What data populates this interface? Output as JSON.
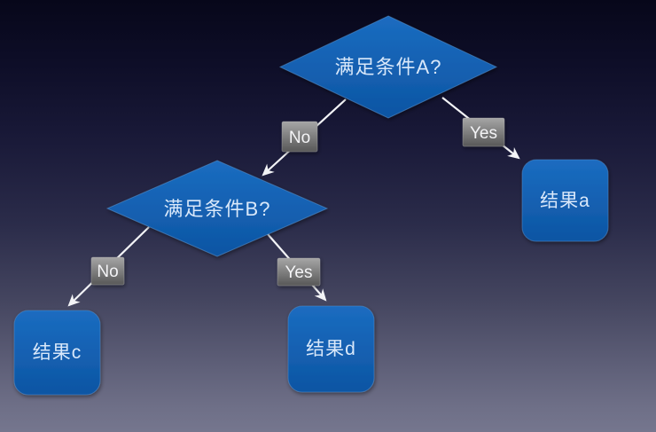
{
  "diagram": {
    "type": "flowchart-decision-tree",
    "background": {
      "top_color": "#07071a",
      "bottom_color": "#75768e"
    },
    "colors": {
      "node_blue_top": "#1b6cc0",
      "node_blue_bottom": "#0d55a3",
      "node_edge_highlight": "#5d97d2",
      "label_gray_top": "#a6a6a6",
      "label_gray_bottom": "#585858",
      "connector_white": "#f3f4f7",
      "node_text": "#d9e8fa",
      "label_text": "#f4f4f6"
    },
    "nodes": {
      "decision_a": {
        "label": "满足条件A?",
        "shape": "diamond"
      },
      "decision_b": {
        "label": "满足条件B?",
        "shape": "diamond"
      },
      "result_a": {
        "label": "结果a",
        "shape": "rounded-rect"
      },
      "result_c": {
        "label": "结果c",
        "shape": "rounded-rect"
      },
      "result_d": {
        "label": "结果d",
        "shape": "rounded-rect"
      }
    },
    "edges": {
      "a_no": {
        "label": "No",
        "from": "decision_a",
        "to": "decision_b"
      },
      "a_yes": {
        "label": "Yes",
        "from": "decision_a",
        "to": "result_a"
      },
      "b_no": {
        "label": "No",
        "from": "decision_b",
        "to": "result_c"
      },
      "b_yes": {
        "label": "Yes",
        "from": "decision_b",
        "to": "result_d"
      }
    }
  }
}
